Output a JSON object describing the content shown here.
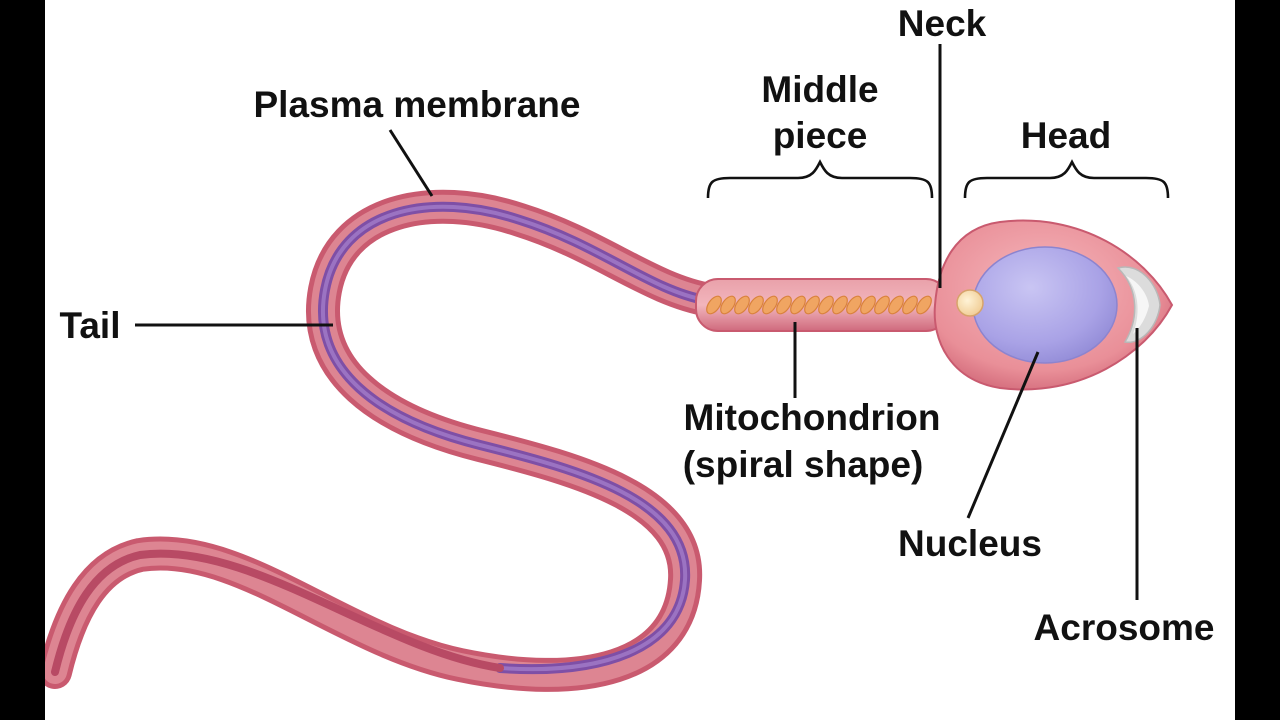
{
  "labels": {
    "neck": "Neck",
    "middle_piece_1": "Middle",
    "middle_piece_2": "piece",
    "head": "Head",
    "plasma_membrane": "Plasma membrane",
    "tail": "Tail",
    "mitochondrion_1": "Mitochondrion",
    "mitochondrion_2": "(spiral shape)",
    "nucleus": "Nucleus",
    "acrosome": "Acrosome"
  },
  "colors": {
    "frame": "#000000",
    "background": "#ffffff",
    "membrane": "#c9586e",
    "membrane_light": "#f0a3ad",
    "tail_core": "#7e4fa6",
    "mitochondrion": "#f0a562",
    "nucleus": "#a9a2e6",
    "acrosome": "#dcdcdc",
    "text": "#111111"
  }
}
